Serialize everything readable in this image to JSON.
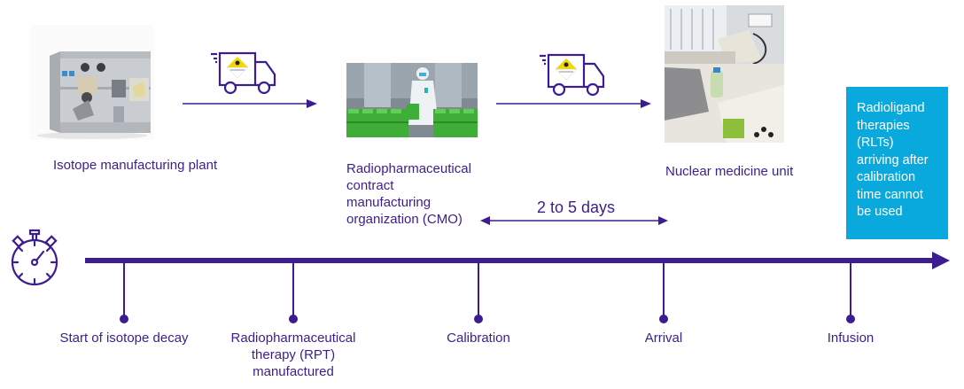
{
  "colors": {
    "primary": "#3d1c91",
    "accent_box": "#0aa9dd",
    "text": "#3b1e8e"
  },
  "stages": [
    {
      "id": "isotope-plant",
      "label": "Isotope manufacturing plant",
      "image": "isotope-manufacturing-plant-photo"
    },
    {
      "id": "cmo",
      "label_lines": [
        "Radiopharmaceutical",
        "contract",
        "manufacturing",
        "organization (CMO)"
      ],
      "image": "cleanroom-worker-photo"
    },
    {
      "id": "nuclear-unit",
      "label": "Nuclear medicine unit",
      "image": "nuclear-medicine-unit-photo"
    }
  ],
  "transport": [
    {
      "icon": "radioactive-delivery-truck-icon"
    },
    {
      "icon": "radioactive-delivery-truck-icon"
    }
  ],
  "duration": {
    "label": "2 to 5 days"
  },
  "note": {
    "lines": [
      "Radioligand",
      "therapies",
      "(RLTs)",
      "arriving after",
      "calibration",
      "time cannot",
      "be used"
    ]
  },
  "timeline": {
    "icon": "stopwatch-icon",
    "milestones": [
      {
        "lines": [
          "Start of isotope decay"
        ]
      },
      {
        "lines": [
          "Radiopharmaceutical",
          "therapy (RPT)",
          "manufactured"
        ]
      },
      {
        "lines": [
          "Calibration"
        ]
      },
      {
        "lines": [
          "Arrival"
        ]
      },
      {
        "lines": [
          "Infusion"
        ]
      }
    ]
  }
}
